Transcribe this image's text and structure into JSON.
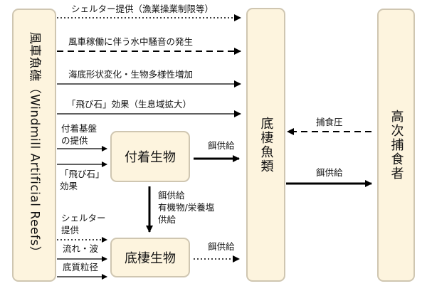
{
  "diagram": {
    "source_box": {
      "label_jp": "風車魚礁",
      "label_en": "（Windmill Artificial Reefs）"
    },
    "target_boxes": {
      "bottom_fish": "底棲魚類",
      "predators": "高次捕食者",
      "attached_organisms": "付着生物",
      "benthic_organisms": "底棲生物"
    },
    "top_arrows": [
      {
        "label": "シェルター提供（漁業操業制限等）",
        "style": "dotted"
      },
      {
        "label": "風車稼働に伴う水中騒音の発生",
        "style": "dashed"
      },
      {
        "label": "海底形状変化・生物多様性増加",
        "style": "solid"
      },
      {
        "label": "「飛び石」効果（生息域拡大）",
        "style": "solid"
      }
    ],
    "small_inputs": {
      "substrate": [
        "付着基盤",
        "の提供"
      ],
      "stepping_stone": [
        "「飛び石」",
        "効果"
      ],
      "shelter": [
        "シェルター",
        "提供"
      ],
      "flow_wave": "流れ・波",
      "sediment": "底質粒径"
    },
    "flow_labels": {
      "predation_pressure": "捕食圧",
      "feeding_to_predators": "餌供給",
      "attached_to_fish": "餌供給",
      "benthic_to_fish": "餌供給",
      "attached_to_benthic": [
        "餌供給",
        "有機物/栄養塩",
        "供給"
      ]
    },
    "colors": {
      "box_fill": "#fdf4de",
      "box_border": "#cfc6b1",
      "arrow": "#000000"
    }
  }
}
